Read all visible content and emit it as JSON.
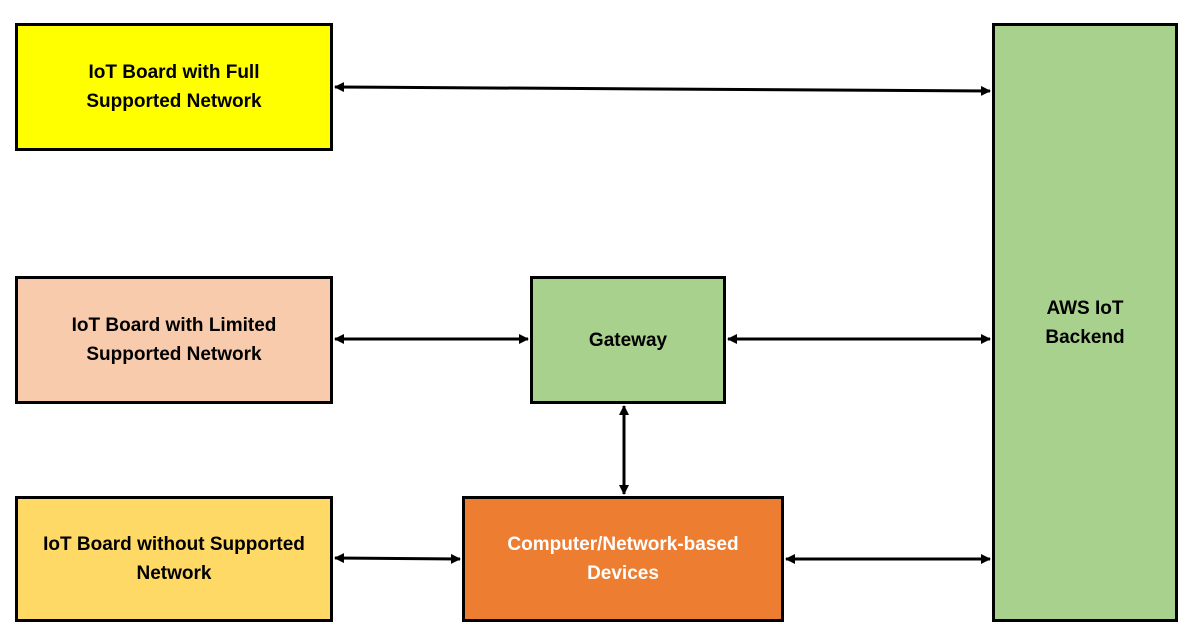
{
  "diagram": {
    "nodes": {
      "iot_full": "IoT Board with Full\nSupported Network",
      "iot_limited": "IoT Board with Limited\nSupported Network",
      "iot_without": "IoT Board without Supported\nNetwork",
      "gateway": "Gateway",
      "computer": "Computer/Network-based\nDevices",
      "aws": "AWS IoT\nBackend"
    },
    "colors": {
      "iot_full": "#ffff00",
      "iot_limited": "#f8cbad",
      "iot_without": "#ffd966",
      "gateway": "#a9d18e",
      "computer": "#ed7d31",
      "aws": "#a9d18e",
      "border": "#000000"
    },
    "edges": [
      {
        "from": "iot_full",
        "to": "aws",
        "direction": "both"
      },
      {
        "from": "iot_limited",
        "to": "gateway",
        "direction": "both"
      },
      {
        "from": "gateway",
        "to": "aws",
        "direction": "both"
      },
      {
        "from": "gateway",
        "to": "computer",
        "direction": "both"
      },
      {
        "from": "iot_without",
        "to": "computer",
        "direction": "both"
      },
      {
        "from": "computer",
        "to": "aws",
        "direction": "both"
      }
    ]
  }
}
